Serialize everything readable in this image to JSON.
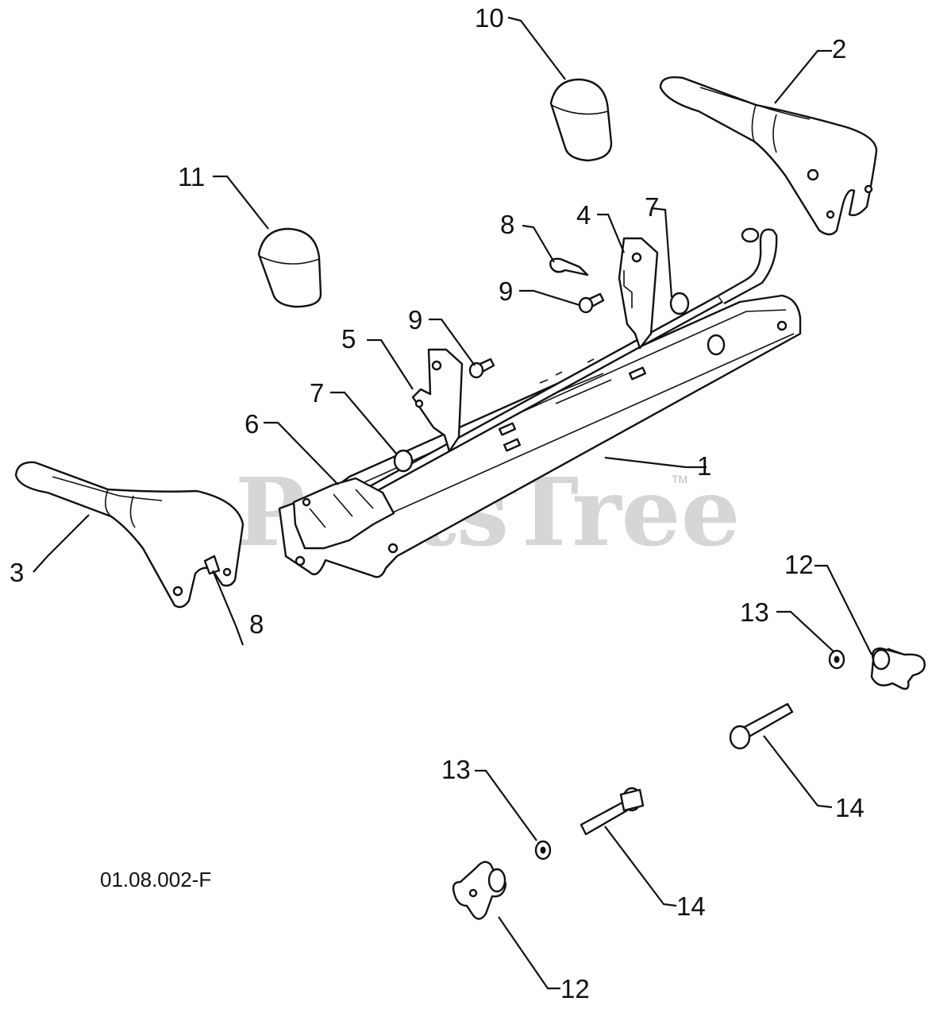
{
  "watermark": {
    "text": "PartsTree",
    "tm": "TM"
  },
  "diagram_code": "01.08.002-F",
  "callouts": [
    {
      "id": "c1",
      "label": "1"
    },
    {
      "id": "c2",
      "label": "2"
    },
    {
      "id": "c3",
      "label": "3"
    },
    {
      "id": "c4",
      "label": "4"
    },
    {
      "id": "c5",
      "label": "5"
    },
    {
      "id": "c6",
      "label": "6"
    },
    {
      "id": "c7a",
      "label": "7"
    },
    {
      "id": "c7b",
      "label": "7"
    },
    {
      "id": "c8a",
      "label": "8"
    },
    {
      "id": "c8b",
      "label": "8"
    },
    {
      "id": "c9a",
      "label": "9"
    },
    {
      "id": "c9b",
      "label": "9"
    },
    {
      "id": "c10",
      "label": "10"
    },
    {
      "id": "c11",
      "label": "11"
    },
    {
      "id": "c12a",
      "label": "12"
    },
    {
      "id": "c12b",
      "label": "12"
    },
    {
      "id": "c13a",
      "label": "13"
    },
    {
      "id": "c13b",
      "label": "13"
    },
    {
      "id": "c14a",
      "label": "14"
    },
    {
      "id": "c14b",
      "label": "14"
    }
  ]
}
